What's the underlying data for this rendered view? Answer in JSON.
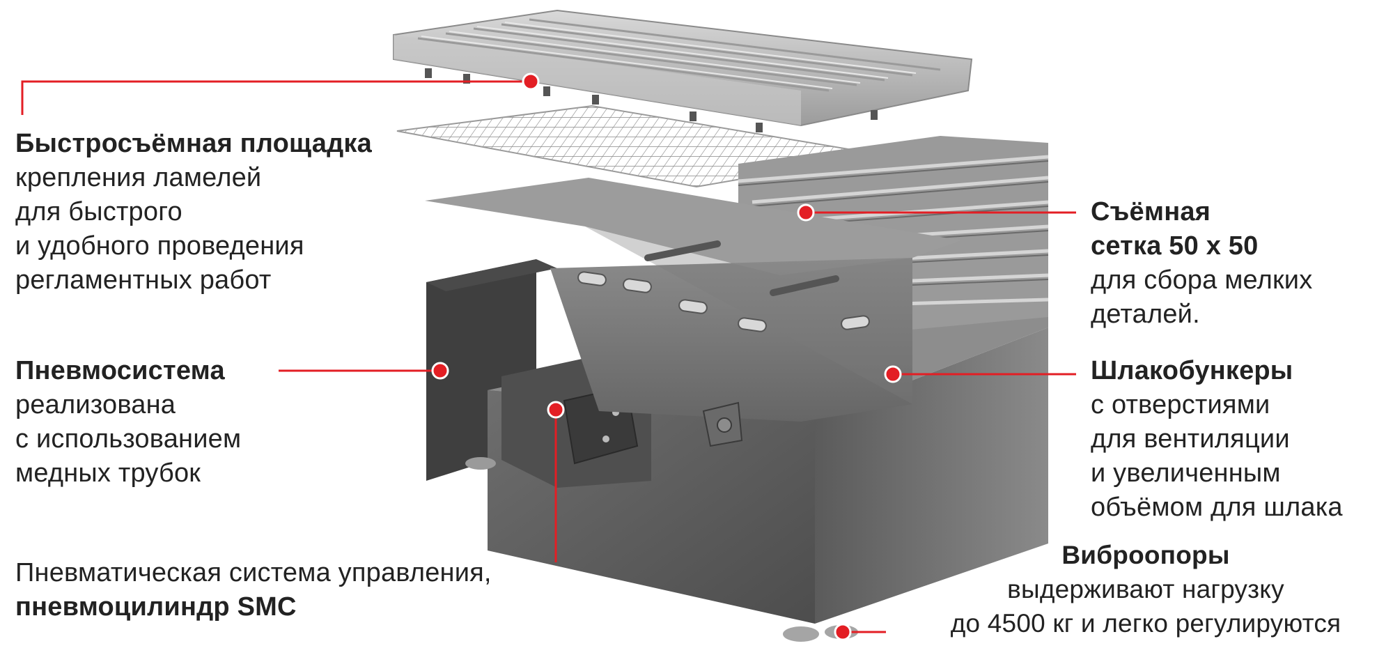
{
  "colors": {
    "accent": "#e31e24",
    "text": "#222222",
    "metal_dark": "#5a5a5a",
    "metal_mid": "#777777",
    "metal_light": "#b9b9b9"
  },
  "callouts": {
    "platform": {
      "title": "Быстросъёмная площадка",
      "lines": [
        "крепления ламелей",
        "для быстрого",
        "и удобного проведения",
        "регламентных работ"
      ]
    },
    "pneumo": {
      "title": "Пневмосистема",
      "lines": [
        "реализована",
        "с использованием",
        "медных трубок"
      ]
    },
    "control": {
      "line1": "Пневматическая система управления,",
      "line2_bold": "пневмоцилиндр SMC"
    },
    "mesh": {
      "title_line1": "Съёмная",
      "title_line2": "сетка 50 х 50",
      "lines": [
        "для сбора мелких",
        "деталей."
      ]
    },
    "slag": {
      "title": "Шлакобункеры",
      "lines": [
        "с отверстиями",
        "для вентиляции",
        "и увеличенным",
        "объёмом для шлака"
      ]
    },
    "feet": {
      "title": "Виброопоры",
      "lines": [
        "выдерживают нагрузку",
        "до 4500 кг и легко регулируются"
      ]
    }
  }
}
